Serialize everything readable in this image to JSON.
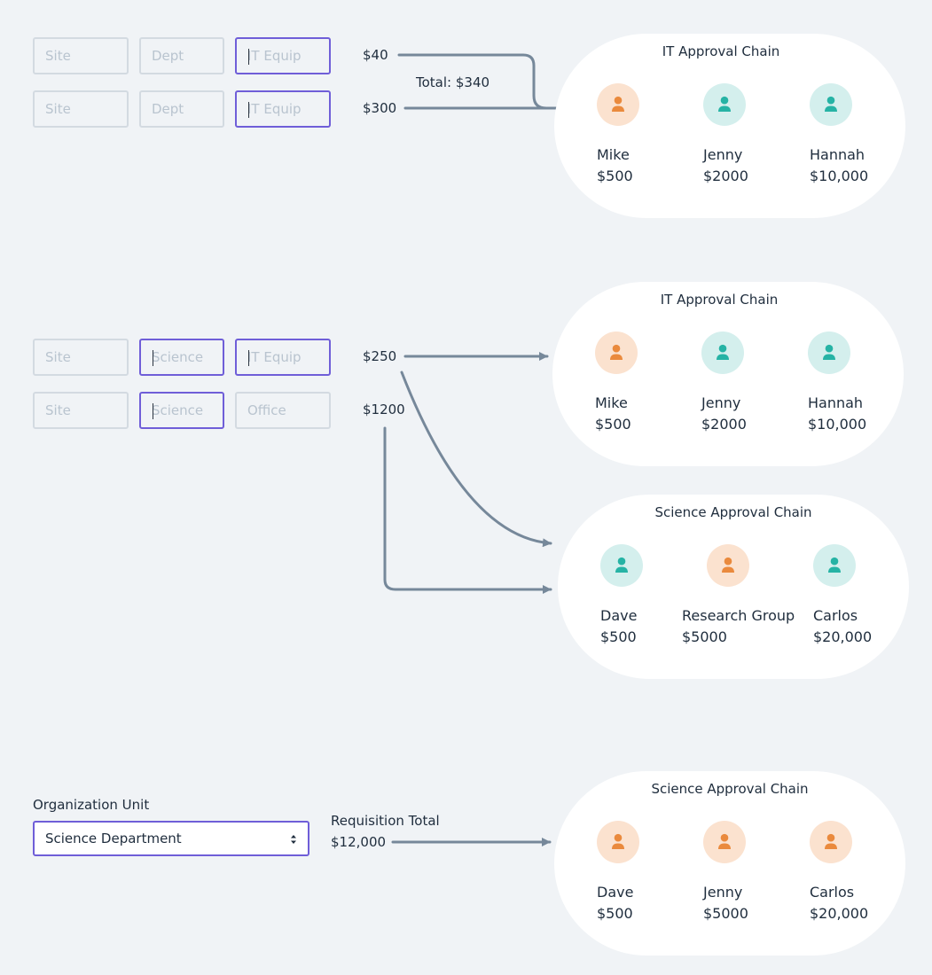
{
  "colors": {
    "wire": "#76889a",
    "field_border": "#d3dae1",
    "field_active_border": "#6f5ed8",
    "avatar_orange_bg": "#fbe2cf",
    "avatar_orange_icon": "#ea8a3d",
    "avatar_teal_bg": "#d4efed",
    "avatar_teal_icon": "#26b3a5"
  },
  "section1": {
    "row1": {
      "site": "Site",
      "dept": "Dept",
      "category": "IT Equip",
      "amount": "$40"
    },
    "row2": {
      "site": "Site",
      "dept": "Dept",
      "category": "IT Equip",
      "amount": "$300"
    },
    "total": "Total: $340",
    "chain": {
      "title": "IT Approval Chain",
      "people": [
        {
          "name": "Mike",
          "limit": "$500",
          "color": "orange",
          "icon": "person-icon"
        },
        {
          "name": "Jenny",
          "limit": "$2000",
          "color": "teal",
          "icon": "person-icon"
        },
        {
          "name": "Hannah",
          "limit": "$10,000",
          "color": "teal",
          "icon": "person-icon"
        }
      ]
    }
  },
  "section2": {
    "row1": {
      "site": "Site",
      "dept": "Science",
      "category": "IT Equip",
      "amount": "$250"
    },
    "row2": {
      "site": "Site",
      "dept": "Science",
      "category": "Office",
      "amount": "$1200"
    },
    "chain_it": {
      "title": "IT Approval Chain",
      "people": [
        {
          "name": "Mike",
          "limit": "$500",
          "color": "orange",
          "icon": "person-icon"
        },
        {
          "name": "Jenny",
          "limit": "$2000",
          "color": "teal",
          "icon": "person-icon"
        },
        {
          "name": "Hannah",
          "limit": "$10,000",
          "color": "teal",
          "icon": "person-icon"
        }
      ]
    },
    "chain_science": {
      "title": "Science Approval Chain",
      "people": [
        {
          "name": "Dave",
          "limit": "$500",
          "color": "teal",
          "icon": "person-icon"
        },
        {
          "name": "Research Group",
          "limit": "$5000",
          "color": "orange",
          "icon": "person-icon"
        },
        {
          "name": "Carlos",
          "limit": "$20,000",
          "color": "teal",
          "icon": "person-icon"
        }
      ]
    }
  },
  "section3": {
    "org_label": "Organization Unit",
    "org_value": "Science Department",
    "req_label": "Requisition Total",
    "req_value": "$12,000",
    "chain": {
      "title": "Science Approval Chain",
      "people": [
        {
          "name": "Dave",
          "limit": "$500",
          "color": "orange",
          "icon": "person-icon"
        },
        {
          "name": "Jenny",
          "limit": "$5000",
          "color": "orange",
          "icon": "person-icon"
        },
        {
          "name": "Carlos",
          "limit": "$20,000",
          "color": "orange",
          "icon": "person-icon"
        }
      ]
    }
  }
}
